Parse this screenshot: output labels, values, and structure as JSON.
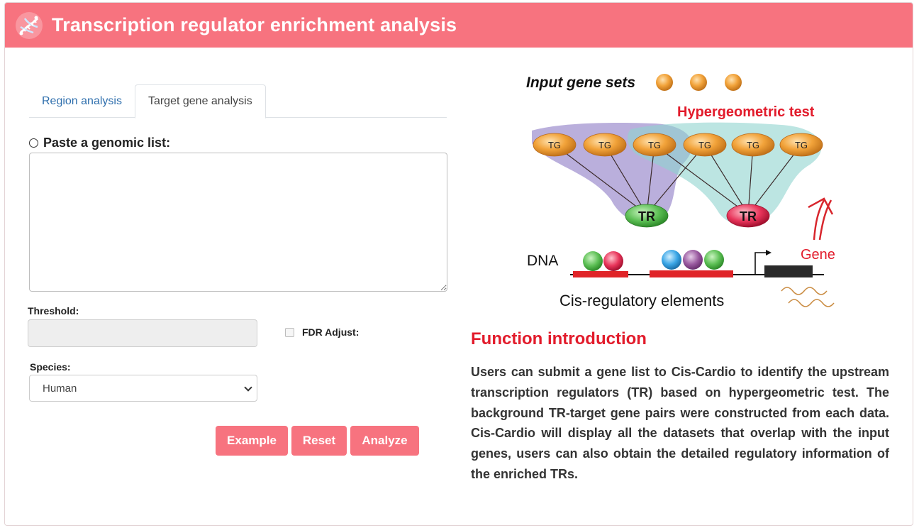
{
  "header": {
    "title": "Transcription regulator enrichment analysis"
  },
  "tabs": [
    {
      "label": "Region analysis",
      "active": false
    },
    {
      "label": "Target gene analysis",
      "active": true
    }
  ],
  "form": {
    "paste_label": "Paste a genomic list:",
    "gene_list_value": "",
    "threshold_label": "Threshold:",
    "threshold_value": "",
    "fdr_label": "FDR Adjust:",
    "species_label": "Species:",
    "species_selected": "Human"
  },
  "buttons": {
    "example": "Example",
    "reset": "Reset",
    "analyze": "Analyze"
  },
  "diagram": {
    "input_gene_sets": "Input gene sets",
    "hypergeometric_test": "Hypergeometric test",
    "tg_label": "TG",
    "tr_label": "TR",
    "dna_label": "DNA",
    "gene_label": "Gene",
    "cis_label": "Cis-regulatory elements"
  },
  "intro": {
    "title": "Function introduction",
    "text": "Users can submit a gene list to Cis-Cardio to identify the upstream transcription regulators (TR) based on hypergeometric test. The background TR-target gene pairs were constructed from each data. Cis-Cardio will display all the datasets that overlap with the input genes, users can also obtain the detailed regulatory information of the enriched TRs."
  },
  "colors": {
    "brand": "#f7737f",
    "accent_red": "#e21b2b",
    "link": "#2f6fad"
  }
}
